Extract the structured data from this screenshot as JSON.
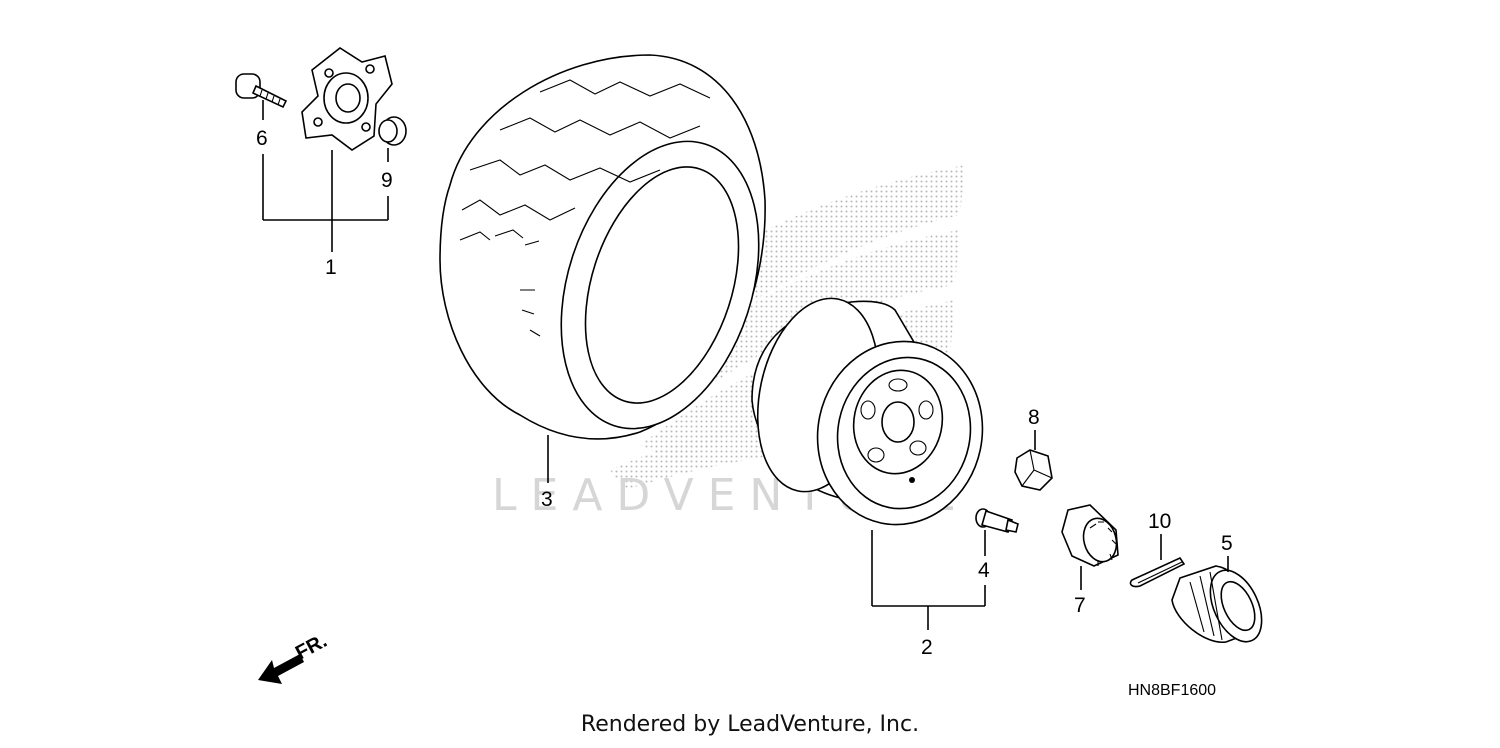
{
  "diagram": {
    "code": "HN8BF1600",
    "direction_label": "FR.",
    "watermark_text": "LEADVENTURE",
    "footer": "Rendered by LeadVenture, Inc.",
    "callouts": {
      "c1": "1",
      "c2": "2",
      "c3": "3",
      "c4": "4",
      "c5": "5",
      "c6": "6",
      "c7": "7",
      "c8": "8",
      "c9": "9",
      "c10": "10"
    },
    "parts": [
      {
        "name": "hub-plate",
        "callout": "1"
      },
      {
        "name": "wheel-rim",
        "callout": "2"
      },
      {
        "name": "tire",
        "callout": "3"
      },
      {
        "name": "valve-stem",
        "callout": "4"
      },
      {
        "name": "hub-cap",
        "callout": "5"
      },
      {
        "name": "hub-bolt",
        "callout": "6"
      },
      {
        "name": "castle-nut",
        "callout": "7"
      },
      {
        "name": "wheel-nut",
        "callout": "8"
      },
      {
        "name": "hub-nut",
        "callout": "9"
      },
      {
        "name": "cotter-pin",
        "callout": "10"
      }
    ],
    "colors": {
      "line": "#000000",
      "watermark": "#d6d6d6",
      "background": "#ffffff"
    }
  }
}
